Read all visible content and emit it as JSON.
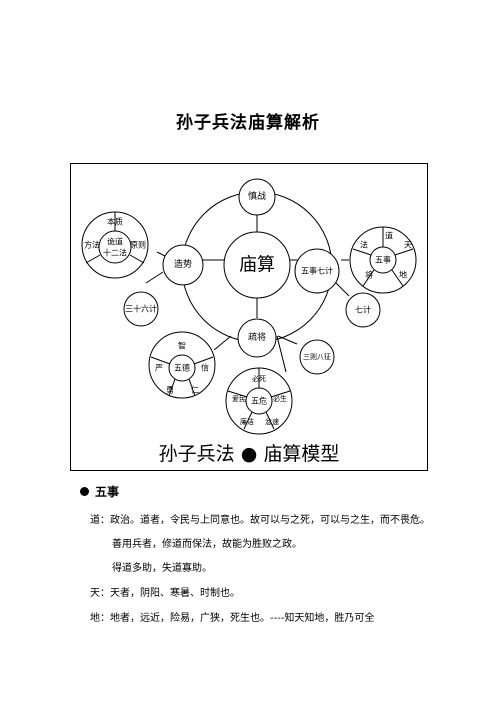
{
  "title": "孙子兵法庙算解析",
  "diagram": {
    "center": "庙算",
    "top": "慎战",
    "left": "造势",
    "right": "五事七计",
    "bottom": "疏将",
    "tl_circle": {
      "outer": [
        "本质",
        "方法",
        "原则"
      ],
      "inner": [
        "诡道",
        "十二法"
      ]
    },
    "tr_circle": {
      "center": "五事",
      "outer": [
        "法",
        "道",
        "天",
        "将",
        "地"
      ]
    },
    "wude_circle": {
      "center": "五德",
      "outer": [
        "智",
        "严",
        "信",
        "勇",
        "仁"
      ]
    },
    "wuwei_circle": {
      "center": "五危",
      "outer": [
        "必死",
        "爱民",
        "必生",
        "廉洁",
        "忿速"
      ]
    },
    "sanshi": "三十六计",
    "qiji": "七计",
    "sanze": "三则八征",
    "caption_left": "孙子兵法",
    "caption_right": "庙算模型"
  },
  "section": {
    "heading": "五事",
    "lines": [
      "道：政治。道者，令民与上同意也。故可以与之死，可以与之生，而不畏危。",
      "善用兵者，修道而保法，故能为胜败之政。",
      "得道多助，失道寡助。",
      "天：天者，阴阳、寒暑、时制也。",
      "地：地者，远近，险易，广狭，死生也。----知天知地，胜乃可全"
    ]
  }
}
